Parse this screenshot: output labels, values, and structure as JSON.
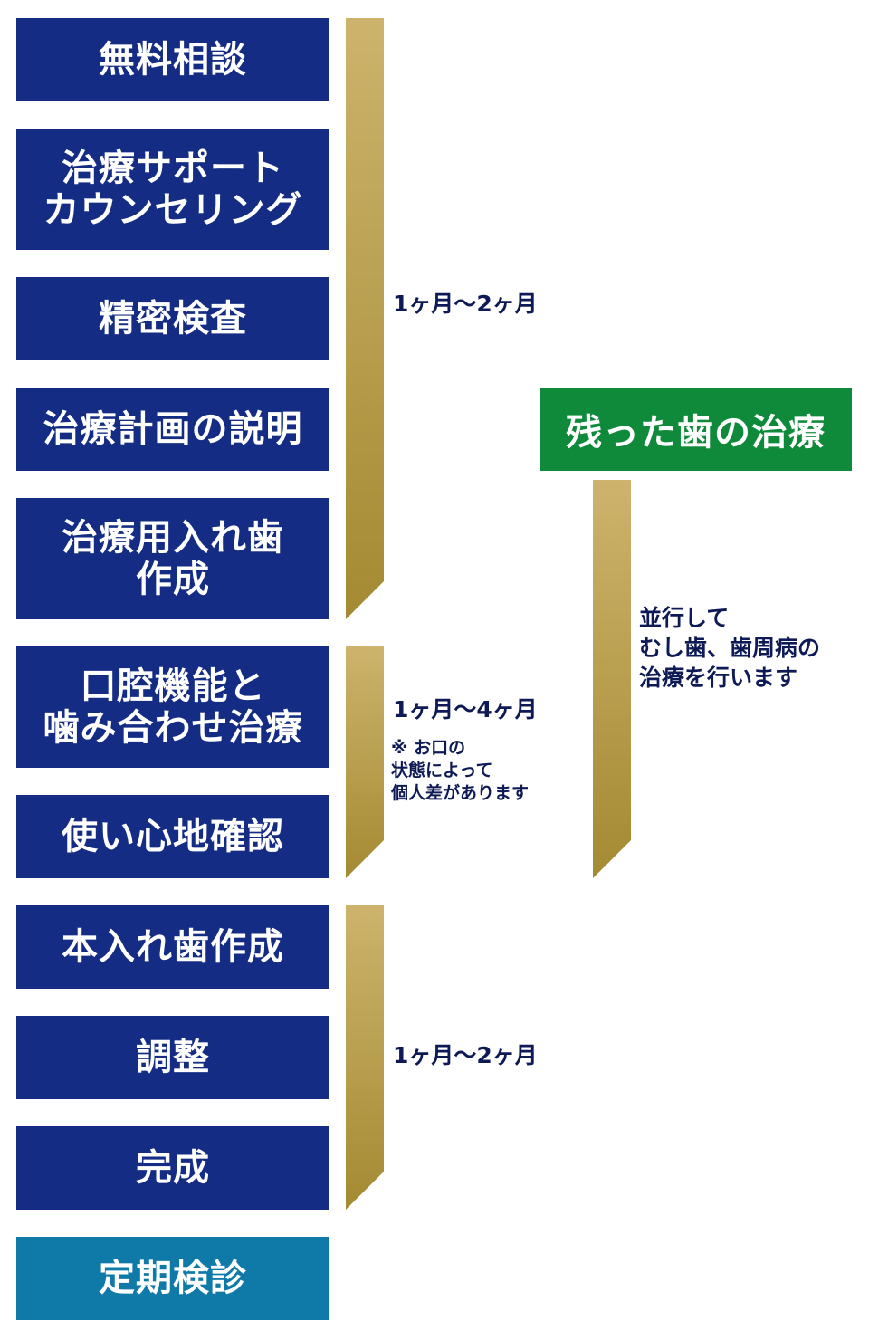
{
  "steps": [
    {
      "lines": [
        "無料相談"
      ]
    },
    {
      "lines": [
        "治療サポート",
        "カウンセリング"
      ]
    },
    {
      "lines": [
        "精密検査"
      ]
    },
    {
      "lines": [
        "治療計画の説明"
      ]
    },
    {
      "lines": [
        "治療用入れ歯",
        "作成"
      ]
    },
    {
      "lines": [
        "口腔機能と",
        "噛み合わせ治療"
      ]
    },
    {
      "lines": [
        "使い心地確認"
      ]
    },
    {
      "lines": [
        "本入れ歯作成"
      ]
    },
    {
      "lines": [
        "調整"
      ]
    },
    {
      "lines": [
        "完成"
      ]
    },
    {
      "lines": [
        "定期検診"
      ]
    }
  ],
  "phases": [
    {
      "duration": "1ヶ月～2ヶ月"
    },
    {
      "duration": "1ヶ月～4ヶ月",
      "note_lines": [
        "※ お口の",
        "状態によって",
        "個人差があります"
      ]
    },
    {
      "duration": "1ヶ月～2ヶ月"
    }
  ],
  "parallel": {
    "title": "残った歯の治療",
    "note_lines": [
      "並行して",
      "むし歯、歯周病の",
      "治療を行います"
    ]
  },
  "colors": {
    "step_navy": "#142c84",
    "step_teal": "#0f7aa8",
    "parallel_green": "#0f8a3a",
    "gold_light": "#cdb36c",
    "gold_dark": "#a48a32",
    "note_text": "#0e1a55"
  }
}
